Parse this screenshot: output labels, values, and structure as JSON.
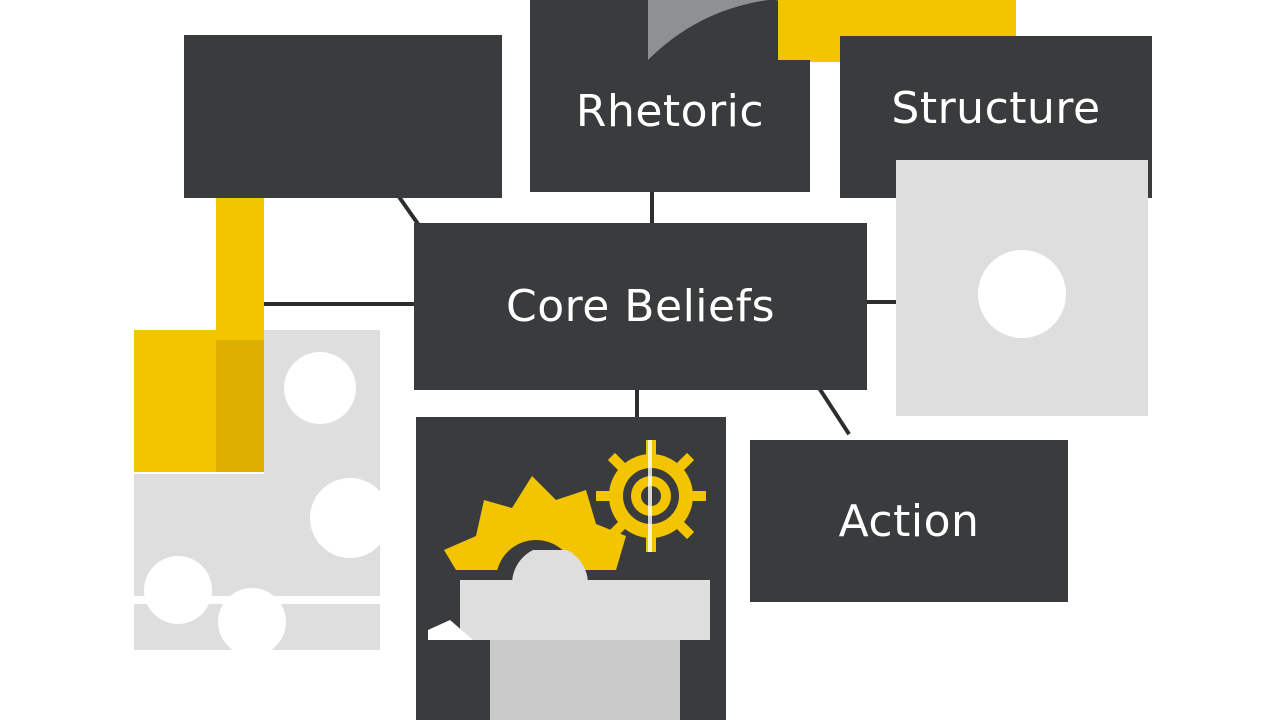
{
  "diagram": {
    "nodes": {
      "rhetoric": "Rhetoric",
      "structure": "Structure",
      "core": "Core Beliefs",
      "action": "Action",
      "blank": ""
    }
  },
  "colors": {
    "dark": "#3a3b3c",
    "accent": "#f2c500",
    "light_gray": "#dedede",
    "background": "#ffffff"
  },
  "icons": [
    "gear-icon",
    "large-gear-icon",
    "puzzle-piece-icon"
  ]
}
